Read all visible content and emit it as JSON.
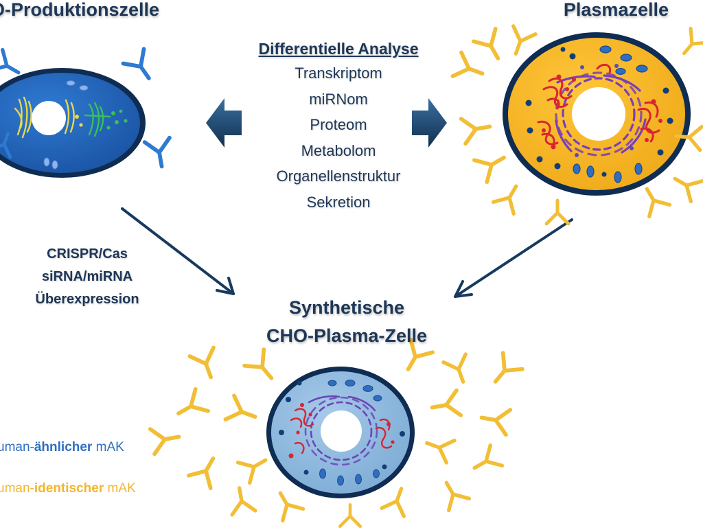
{
  "colors": {
    "navy_text": "#1e3757",
    "cho_cell": "#1f5fb5",
    "plasma_cell": "#f4b223",
    "synthetic_cell": "#8db8dd",
    "antibody_blue": "#2e7ad1",
    "antibody_yellow": "#f2be36",
    "er_red": "#d92432",
    "golgi_purple": "#6a45b8"
  },
  "cho_cell": {
    "title": "O-Produktionszelle",
    "antibody_type": "blue"
  },
  "plasma_cell": {
    "title": "Plasmazelle",
    "antibody_type": "yellow"
  },
  "analysis": {
    "heading": "Differentielle Analyse",
    "items": [
      "Transkriptom",
      "miRNom",
      "Proteom",
      "Metabolom",
      "Organellenstruktur",
      "Sekretion"
    ]
  },
  "methods": [
    "CRISPR/Cas",
    "siRNA/miRNA",
    "Überexpression"
  ],
  "synthetic_cell": {
    "title_line1": "Synthetische",
    "title_line2": "CHO-Plasma-Zelle"
  },
  "legend": [
    {
      "icon": "antibody-icon",
      "color": "blue",
      "prefix": "uman-",
      "bold": "ähnlicher",
      "suffix": " mAK"
    },
    {
      "icon": "antibody-icon",
      "color": "yellow",
      "prefix": "uman-",
      "bold": "identischer",
      "suffix": " mAK"
    }
  ]
}
